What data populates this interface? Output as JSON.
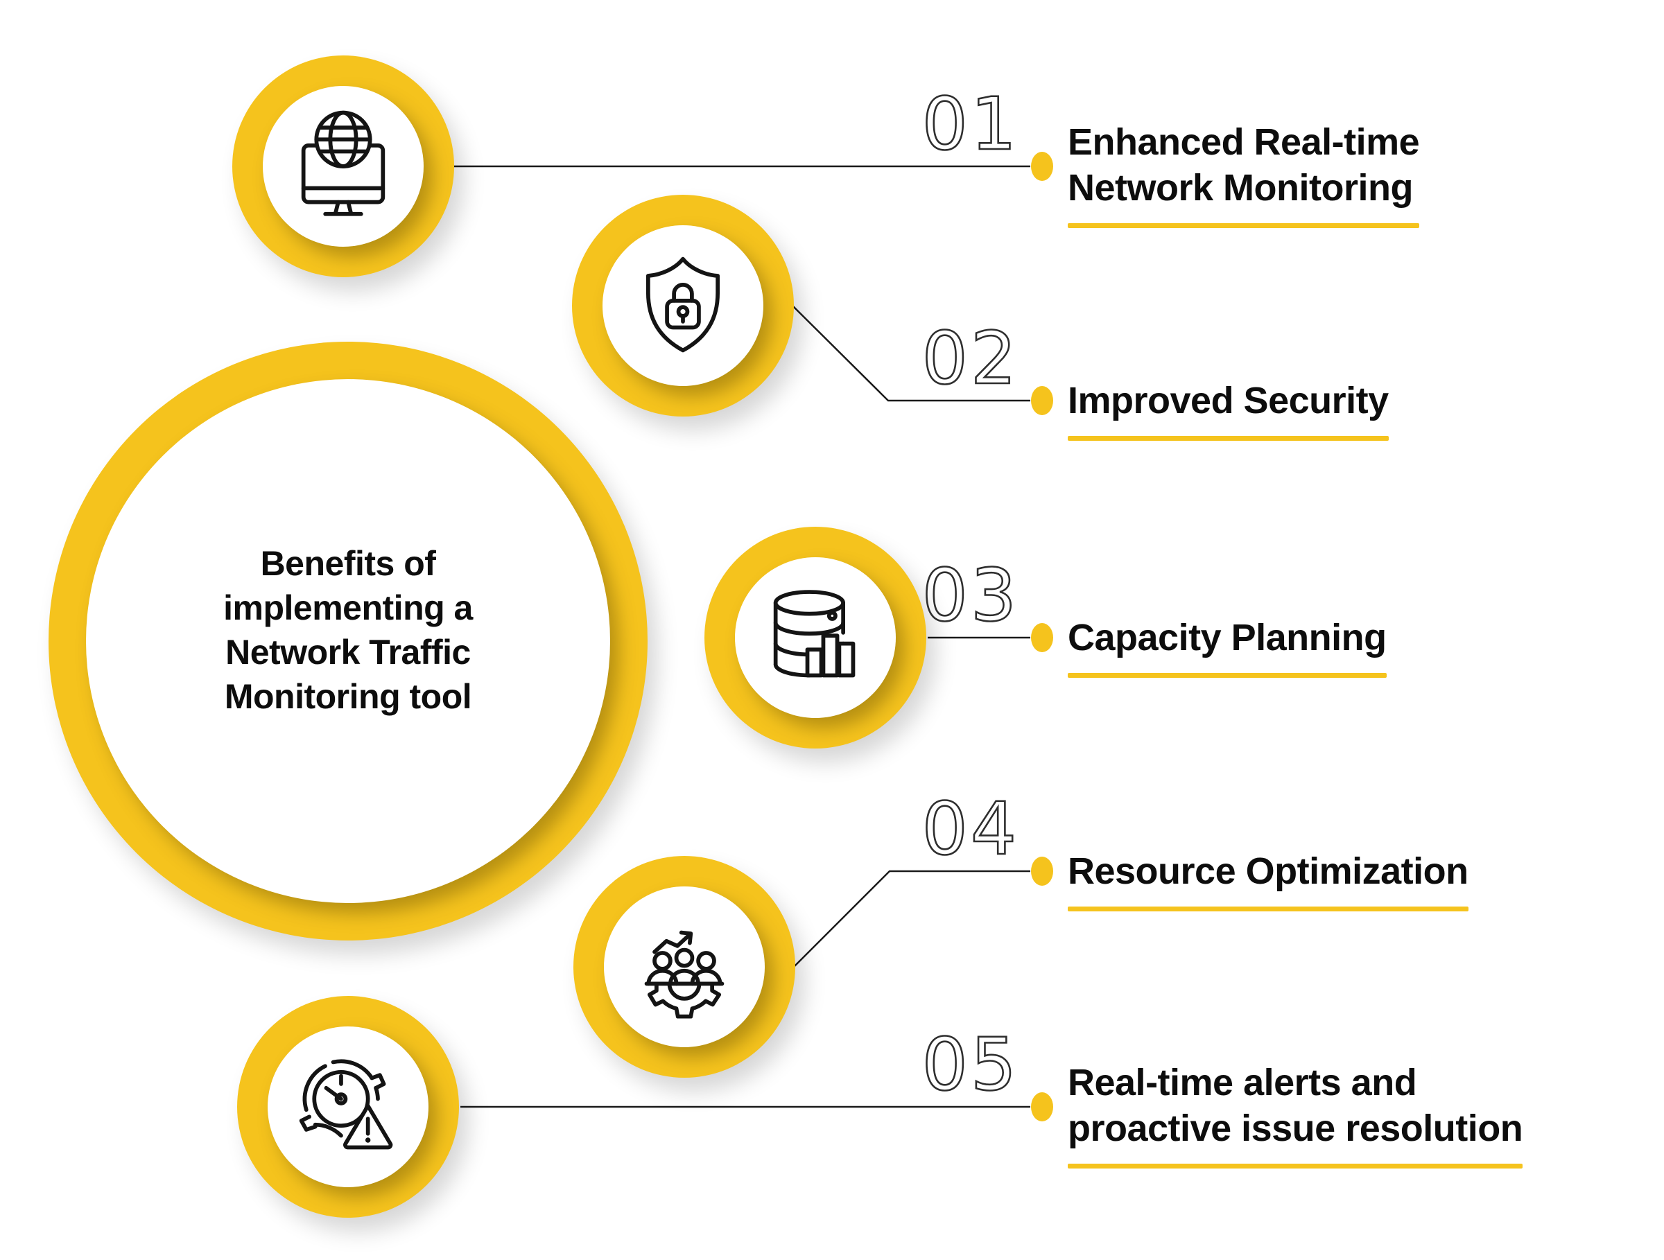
{
  "colors": {
    "yellow": "#F5C31D",
    "line": "#1A1A1A",
    "number": "#2E2E2E",
    "text": "#0D0D0D",
    "icon_stroke": "#141414",
    "background": "#FFFFFF"
  },
  "center": {
    "title_lines": [
      "Benefits of",
      "implementing a",
      "Network Traffic",
      "Monitoring tool"
    ]
  },
  "items": [
    {
      "number": "01",
      "title_lines": [
        "Enhanced Real-time",
        "Network Monitoring"
      ],
      "icon": "monitor-globe-icon"
    },
    {
      "number": "02",
      "title_lines": [
        "Improved Security"
      ],
      "icon": "shield-lock-icon"
    },
    {
      "number": "03",
      "title_lines": [
        "Capacity Planning"
      ],
      "icon": "database-chart-icon"
    },
    {
      "number": "04",
      "title_lines": [
        "Resource Optimization"
      ],
      "icon": "team-gear-icon"
    },
    {
      "number": "05",
      "title_lines": [
        "Real-time alerts and",
        "proactive issue resolution"
      ],
      "icon": "clock-alert-icon"
    }
  ]
}
